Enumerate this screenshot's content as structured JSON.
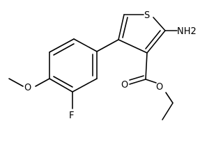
{
  "molecule": {
    "atoms": {
      "S": "S",
      "NH2": "NH2",
      "O_ring": "O",
      "O_carbonyl": "O",
      "O_ester": "O",
      "F": "F"
    }
  },
  "colors": {
    "bond": "#000000",
    "label": "#000000",
    "background": "#ffffff"
  }
}
